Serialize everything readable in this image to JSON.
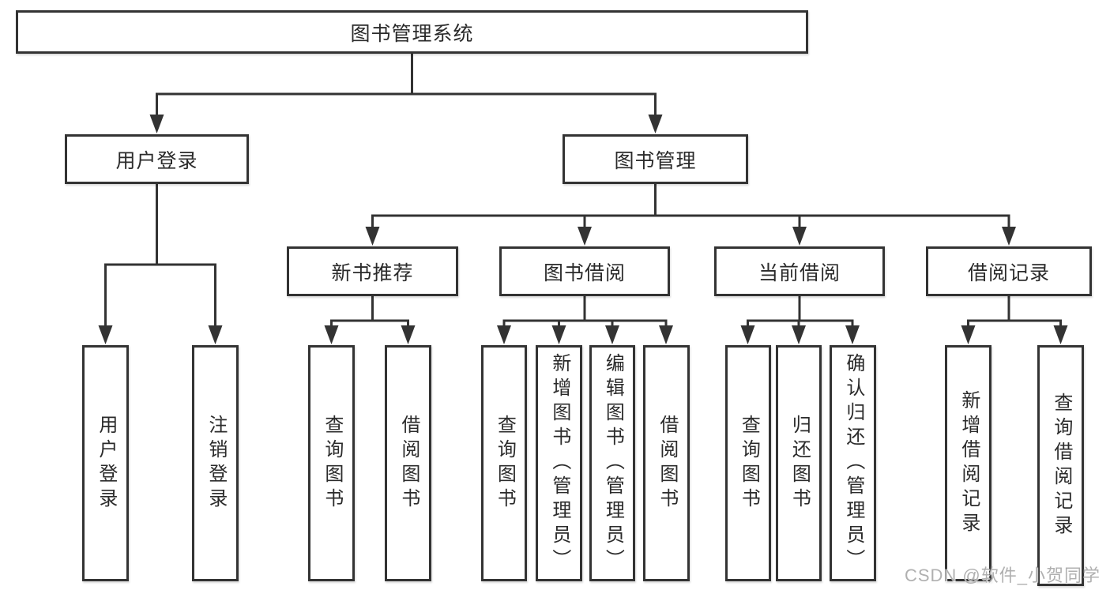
{
  "nodes": {
    "root": {
      "label": "图书管理系统"
    },
    "level2": [
      {
        "label": "用户登录"
      },
      {
        "label": "图书管理"
      }
    ],
    "level3": [
      {
        "label": "新书推荐"
      },
      {
        "label": "图书借阅"
      },
      {
        "label": "当前借阅"
      },
      {
        "label": "借阅记录"
      }
    ],
    "level4": {
      "user_login": [
        {
          "label": "用户登录"
        },
        {
          "label": "注销登录"
        }
      ],
      "new_book_recommend": [
        {
          "label": "查询图书"
        },
        {
          "label": "借阅图书"
        }
      ],
      "book_borrow": [
        {
          "label": "查询图书"
        },
        {
          "label": "新增图书（管理员）"
        },
        {
          "label": "编辑图书（管理员）"
        },
        {
          "label": "借阅图书"
        }
      ],
      "current_borrow": [
        {
          "label": "查询图书"
        },
        {
          "label": "归还图书"
        },
        {
          "label": "确认归还（管理员）"
        }
      ],
      "borrow_records": [
        {
          "label": "新增借阅记录"
        },
        {
          "label": "查询借阅记录"
        }
      ]
    }
  },
  "watermark": {
    "text": "CSDN @软件_小贺同学"
  },
  "colors": {
    "line": "#333333",
    "text": "#2b2b2b",
    "box_background": "#ffffff",
    "watermark": "#b0b0b0"
  }
}
